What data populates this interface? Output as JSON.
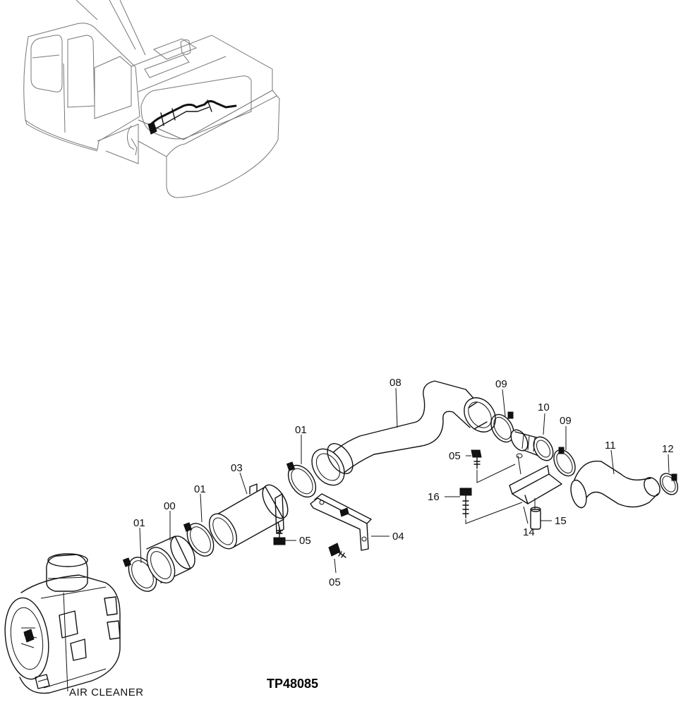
{
  "drawing_ref": "TP48085",
  "caption": "AIR CLEANER",
  "callouts": [
    {
      "id": "p00",
      "label": "00"
    },
    {
      "id": "p01a",
      "label": "01"
    },
    {
      "id": "p01b",
      "label": "01"
    },
    {
      "id": "p01c",
      "label": "01"
    },
    {
      "id": "p03",
      "label": "03"
    },
    {
      "id": "p04",
      "label": "04"
    },
    {
      "id": "p05a",
      "label": "05"
    },
    {
      "id": "p05b",
      "label": "05"
    },
    {
      "id": "p05c",
      "label": "05"
    },
    {
      "id": "p08",
      "label": "08"
    },
    {
      "id": "p09a",
      "label": "09"
    },
    {
      "id": "p09b",
      "label": "09"
    },
    {
      "id": "p10",
      "label": "10"
    },
    {
      "id": "p11",
      "label": "11"
    },
    {
      "id": "p12",
      "label": "12"
    },
    {
      "id": "p14",
      "label": "14"
    },
    {
      "id": "p15",
      "label": "15"
    },
    {
      "id": "p16",
      "label": "16"
    }
  ]
}
